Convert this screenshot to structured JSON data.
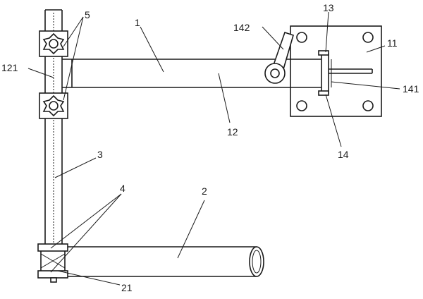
{
  "labels": {
    "l1": "1",
    "l2": "2",
    "l3": "3",
    "l4": "4",
    "l5": "5",
    "l11": "11",
    "l12": "12",
    "l13": "13",
    "l14": "14",
    "l21": "21",
    "l121": "121",
    "l141": "141",
    "l142": "142"
  }
}
